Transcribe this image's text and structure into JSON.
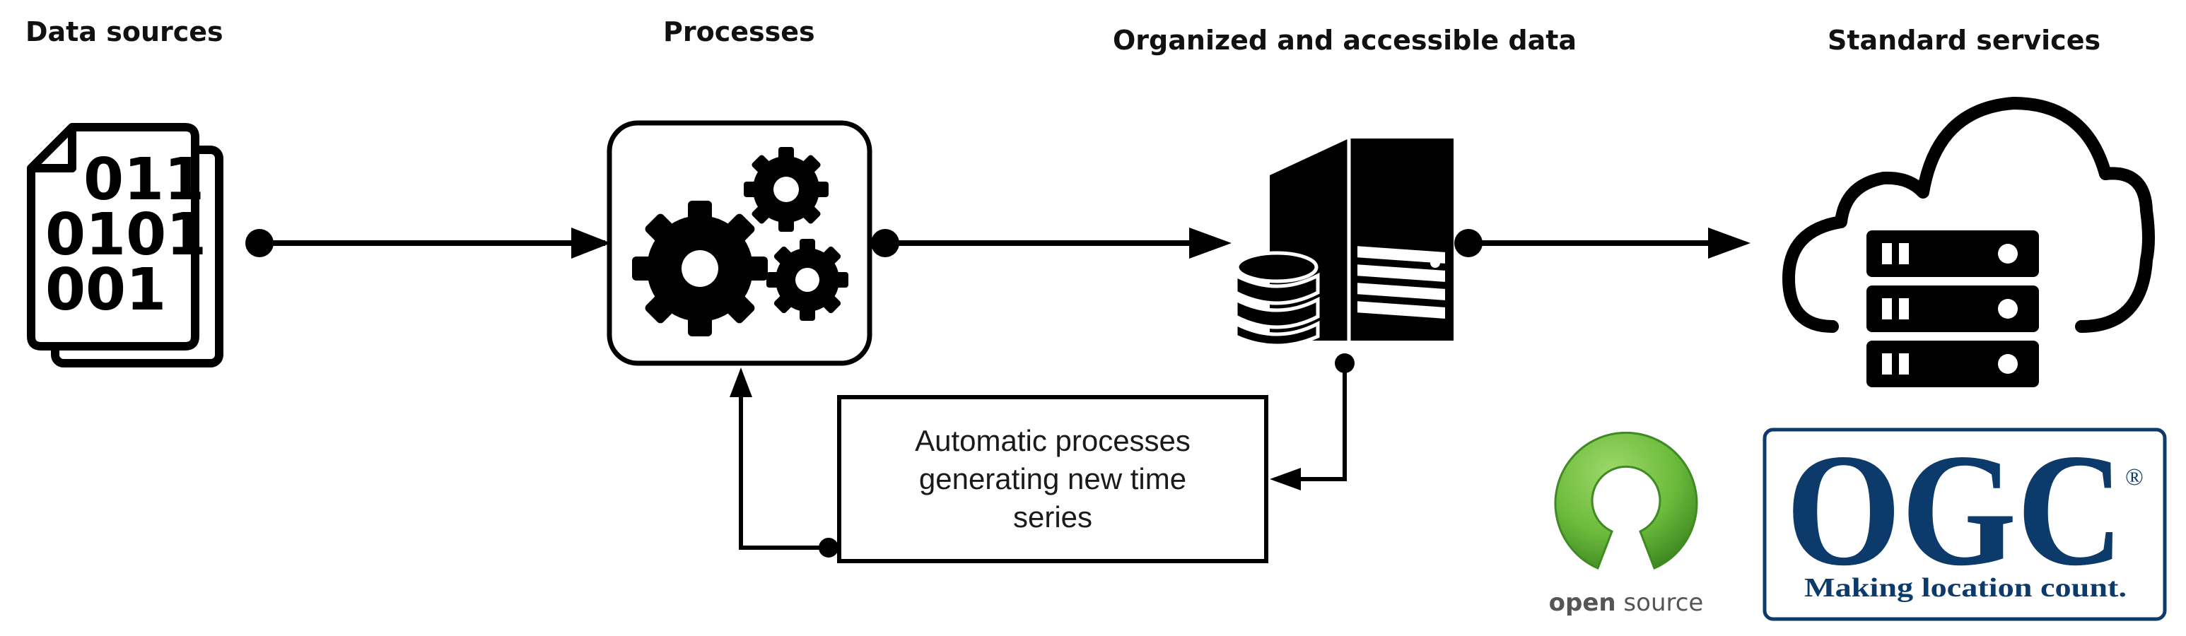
{
  "headers": {
    "data_sources": "Data sources",
    "processes": "Processes",
    "organized_data": "Organized and accessible data",
    "standard_services": "Standard services"
  },
  "file_icon": {
    "line1": "011",
    "line2": "0101",
    "line3": "001"
  },
  "automatic_box": {
    "line1": "Automatic processes",
    "line2": "generating new time",
    "line3": "series"
  },
  "logos": {
    "open_source_bold": "open",
    "open_source_rest": " source",
    "ogc_letters": "OGC",
    "ogc_registered": "®",
    "ogc_tagline": "Making location count."
  },
  "icons": [
    "binary-file-icon",
    "gears-icon",
    "server-database-icon",
    "cloud-server-icon",
    "open-source-logo",
    "ogc-logo"
  ],
  "colors": {
    "stroke": "#000000",
    "osi_green": "#6cbb3c",
    "ogc_blue": "#0b3a6b"
  }
}
